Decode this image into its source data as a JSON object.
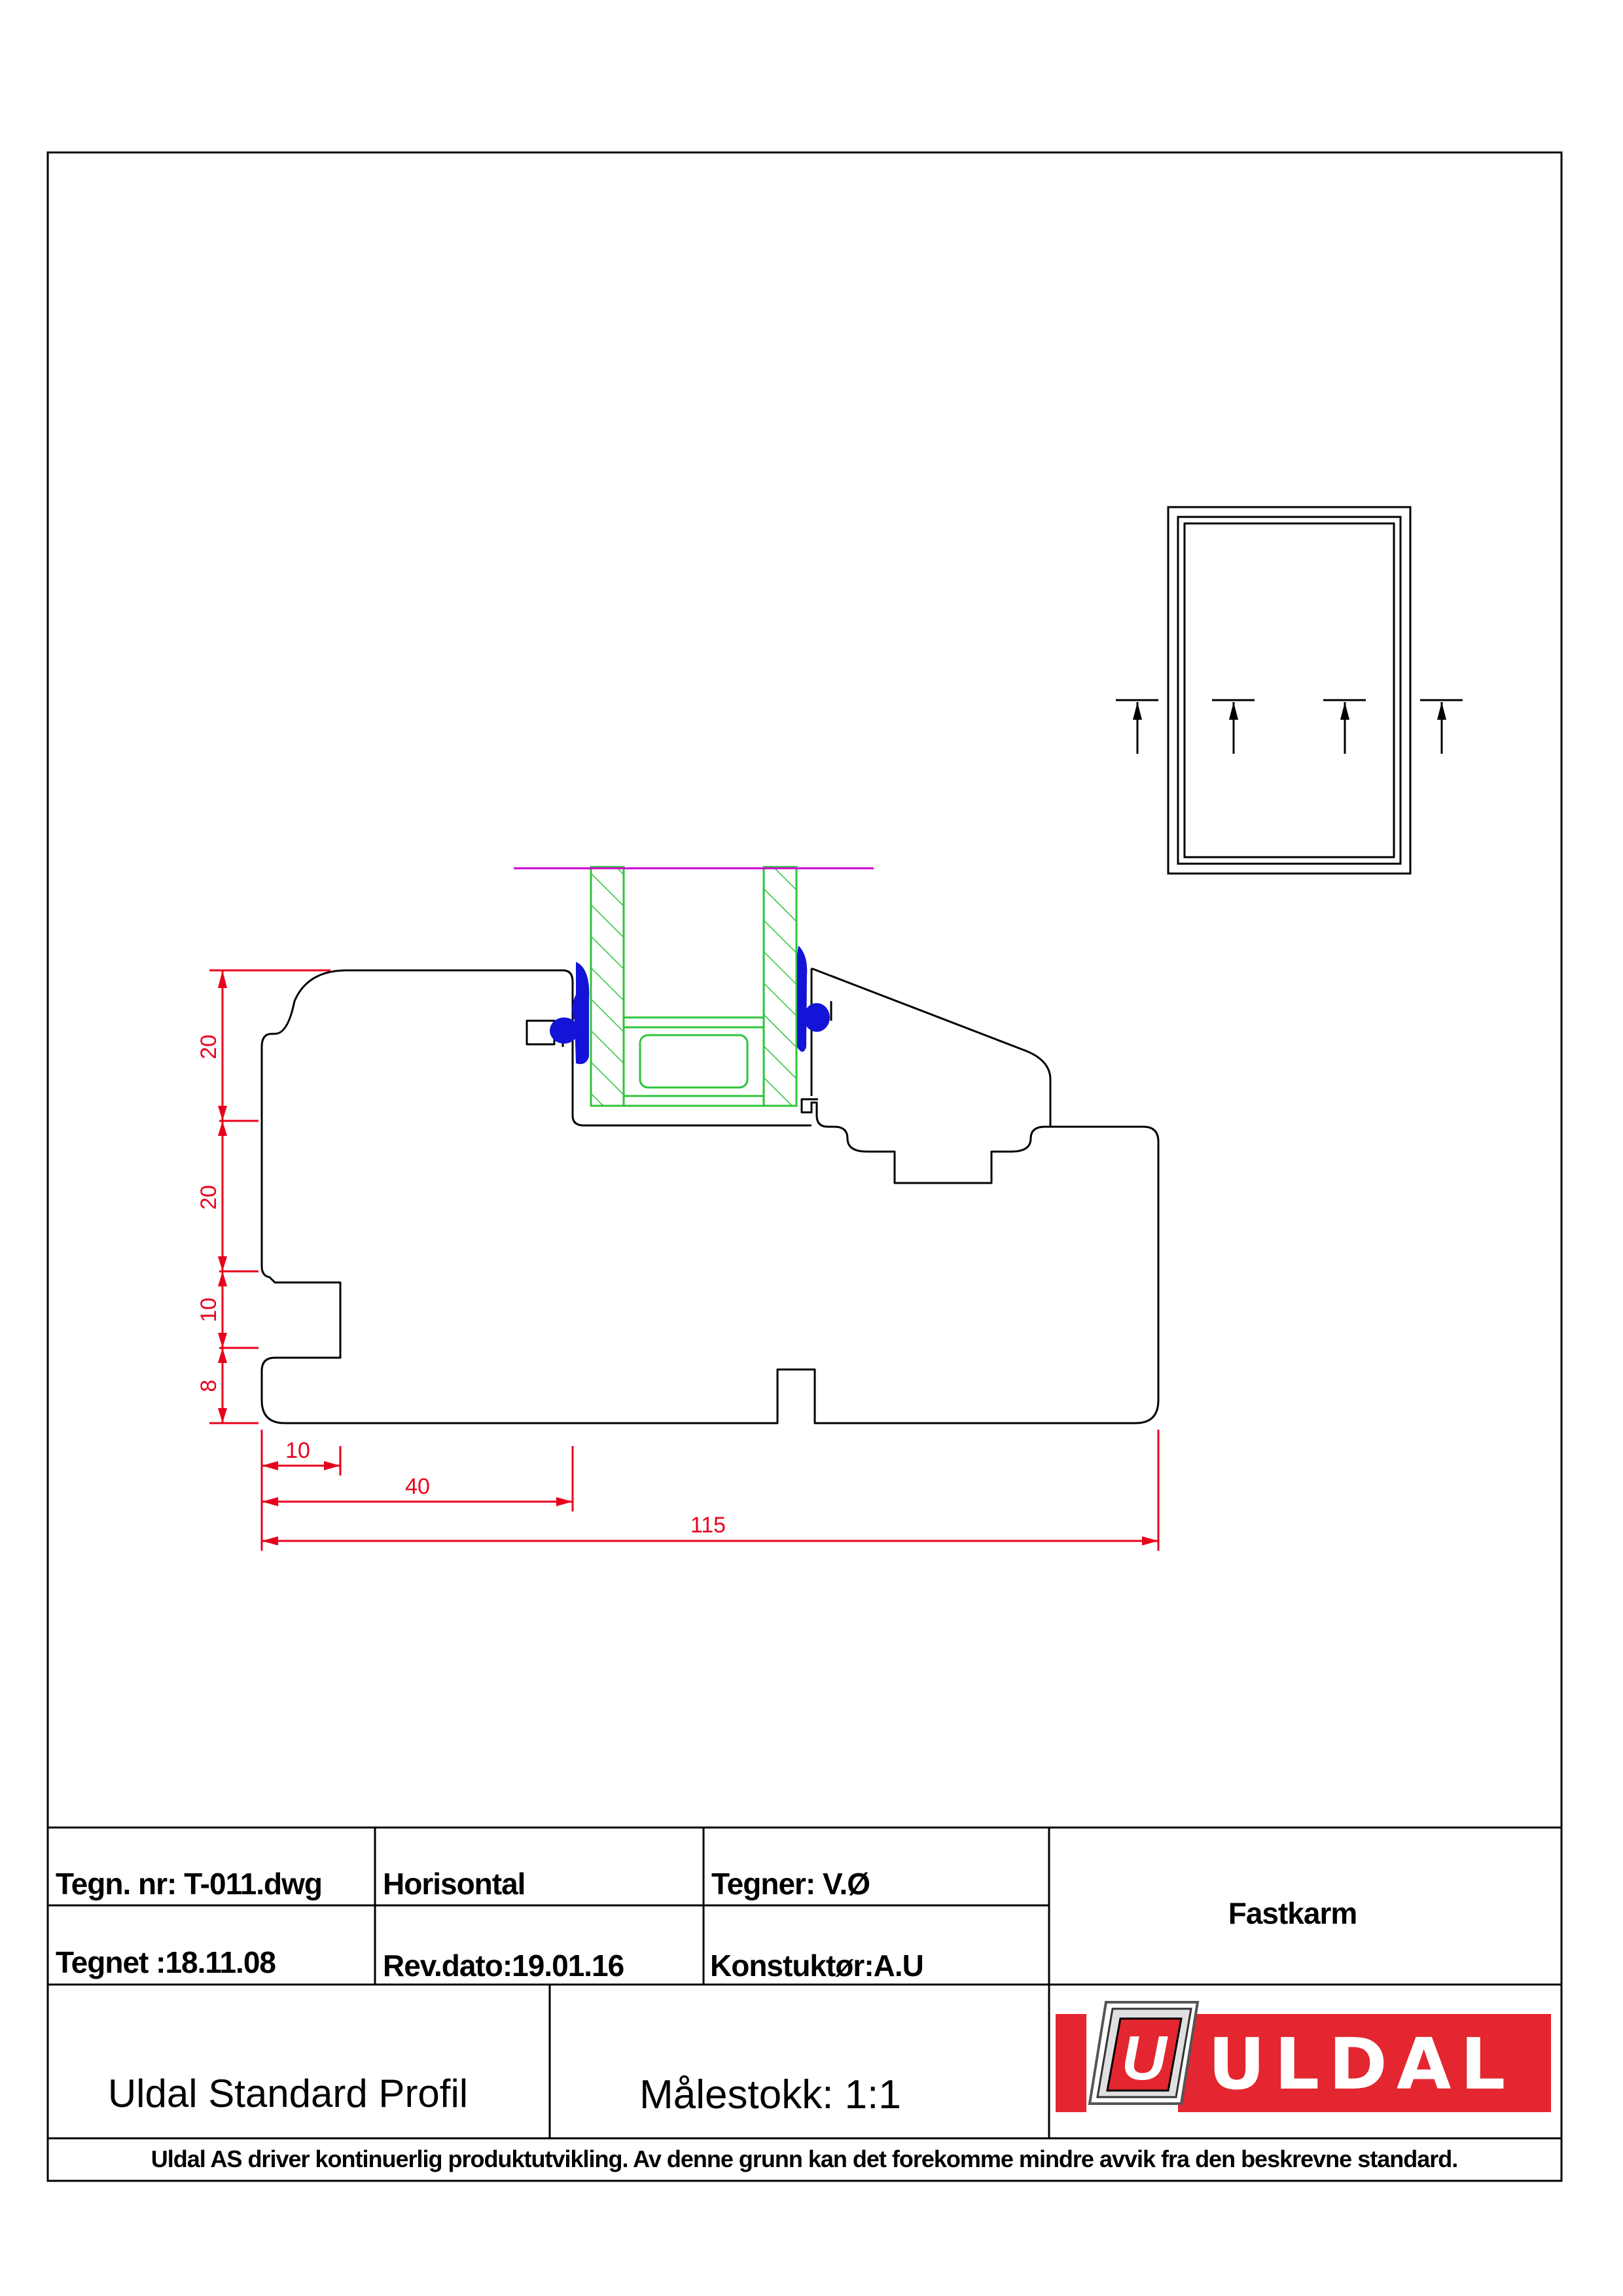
{
  "title_block": {
    "drawing_no": "Tegn. nr: T-011.dwg",
    "view": "Horisontal",
    "drafter": "Tegner: V.Ø",
    "drawn_date": "Tegnet :18.11.08",
    "rev_date": "Rev.dato:19.01.16",
    "designer": "Konstuktør:A.U",
    "product": "Fastkarm",
    "profile_name": "Uldal Standard Profil",
    "scale": "Målestokk: 1:1",
    "logo_letter": "U",
    "logo_text": "ULDAL",
    "disclaimer": "Uldal AS driver kontinuerlig produktutvikling. Av denne grunn kan det forekomme mindre avvik fra den beskrevne standard."
  },
  "dimensions": {
    "vertical": [
      "20",
      "20",
      "10",
      "8"
    ],
    "horizontal": [
      "10",
      "40",
      "115"
    ]
  },
  "colors": {
    "outline": "#000000",
    "dimension": "#e8001c",
    "glass_hatch": "#2ec43a",
    "gasket": "#1414d8",
    "glass_line": "#cc00cc",
    "logo_red": "#e3262f"
  }
}
